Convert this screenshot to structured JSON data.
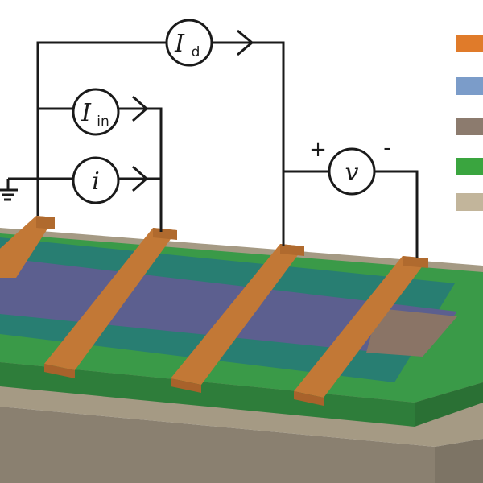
{
  "meters": {
    "drain": {
      "symbol": "I",
      "subscript": "d"
    },
    "input": {
      "symbol": "I",
      "subscript": "in"
    },
    "gate": {
      "symbol": "i",
      "subscript": ""
    },
    "voltage": {
      "symbol": "v",
      "subscript": ""
    }
  },
  "polarity": {
    "positive": "+",
    "negative": "-"
  },
  "legend": [
    {
      "color": "#e07b2a"
    },
    {
      "color": "#7b9cc9"
    },
    {
      "color": "#8c7b6e"
    },
    {
      "color": "#3aa53f"
    },
    {
      "color": "#c2b59b"
    }
  ],
  "layer_colors": {
    "substrate_top": "#a59a84",
    "substrate_side": "#8a8070",
    "green_layer": "#3a9a48",
    "green_edge": "#2e7d3a",
    "channel_teal": "#287e72",
    "channel_overlay": "#5c5f8f",
    "channel_tail": "#8a7466",
    "electrode": "#c27836",
    "electrode_top": "#d08a45"
  }
}
